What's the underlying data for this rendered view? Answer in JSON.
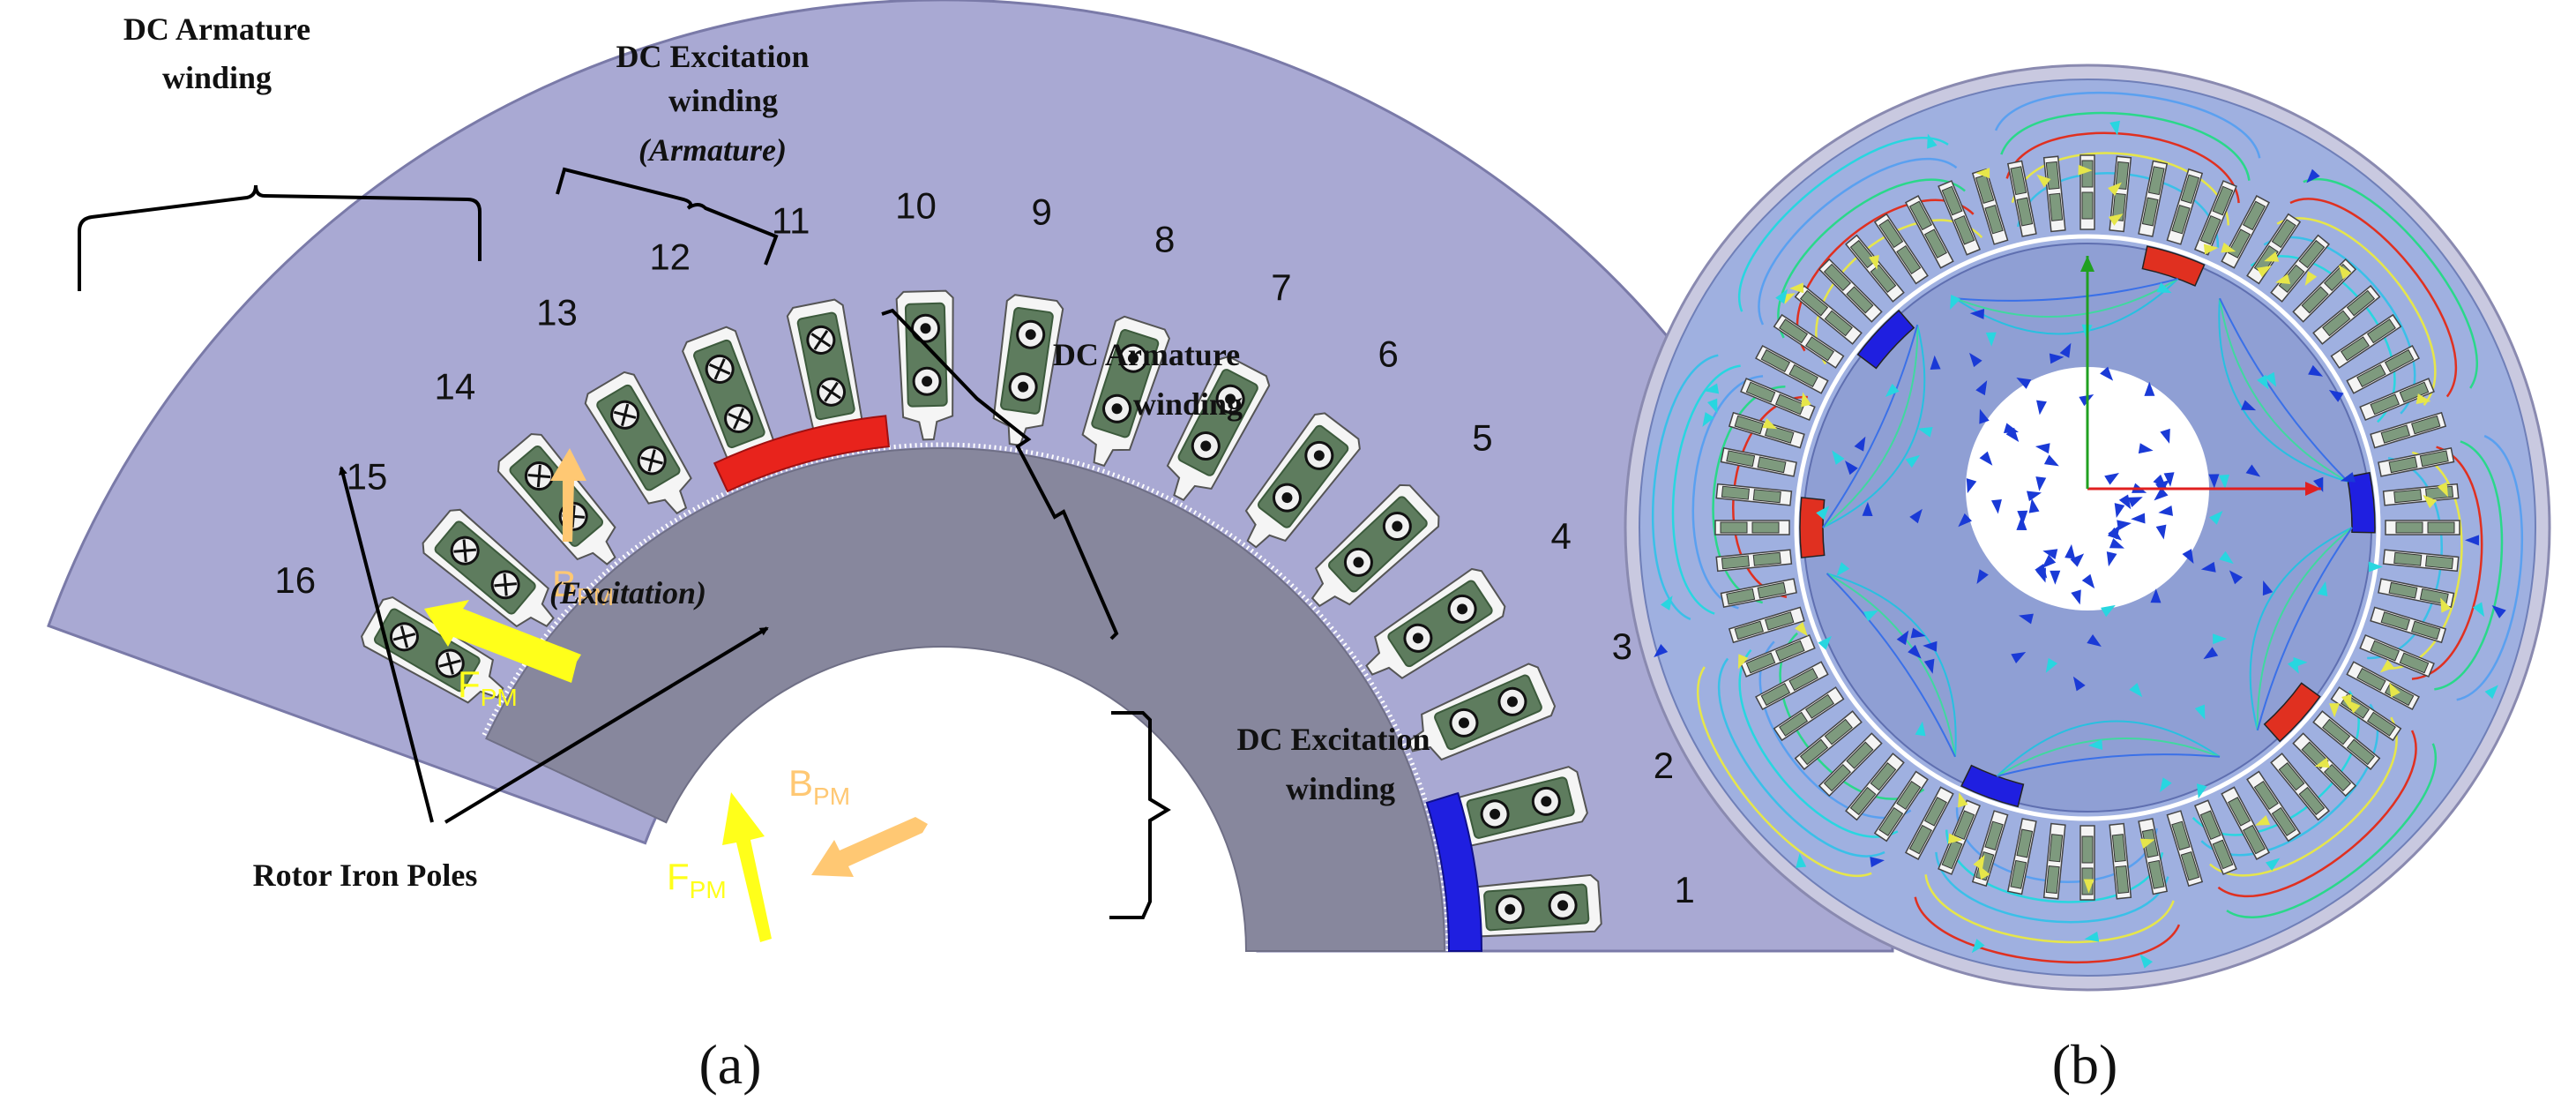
{
  "panel_a": {
    "labels": {
      "armature_top_1": "DC Armature",
      "armature_top_2": "winding",
      "excitation_top_1": "DC Excitation",
      "excitation_top_2": "winding",
      "excitation_top_3": "(Armature)",
      "armature_right_1": "DC Armature",
      "armature_right_2": "winding",
      "excitation_right_1": "DC Excitation",
      "excitation_right_2": "winding",
      "rotor_poles": "Rotor Iron Poles",
      "excitation_note": "(Excitation)"
    },
    "pm_labels": {
      "b_main": "B",
      "f_main": "F",
      "subscript": "PM"
    },
    "slot_numbers": [
      "1",
      "2",
      "3",
      "4",
      "5",
      "6",
      "7",
      "8",
      "9",
      "10",
      "11",
      "12",
      "13",
      "14",
      "15",
      "16"
    ],
    "colors": {
      "stator": "#a9a9d3",
      "rotor": "#87879d",
      "magnet_red": "#e8231c",
      "magnet_blue": "#1f1fe0",
      "coil_green": "#5e7c5e",
      "arrow_yellow": "#ffff1a",
      "arrow_orange": "#ffc873"
    },
    "caption": "(a)"
  },
  "panel_b": {
    "colors": {
      "outer_ring": "#9d9dc6",
      "field_blue": "#1a3ad6",
      "field_cyan": "#28d6e0",
      "field_yellow": "#e6e64a",
      "field_red": "#e03020"
    },
    "caption": "(b)"
  }
}
